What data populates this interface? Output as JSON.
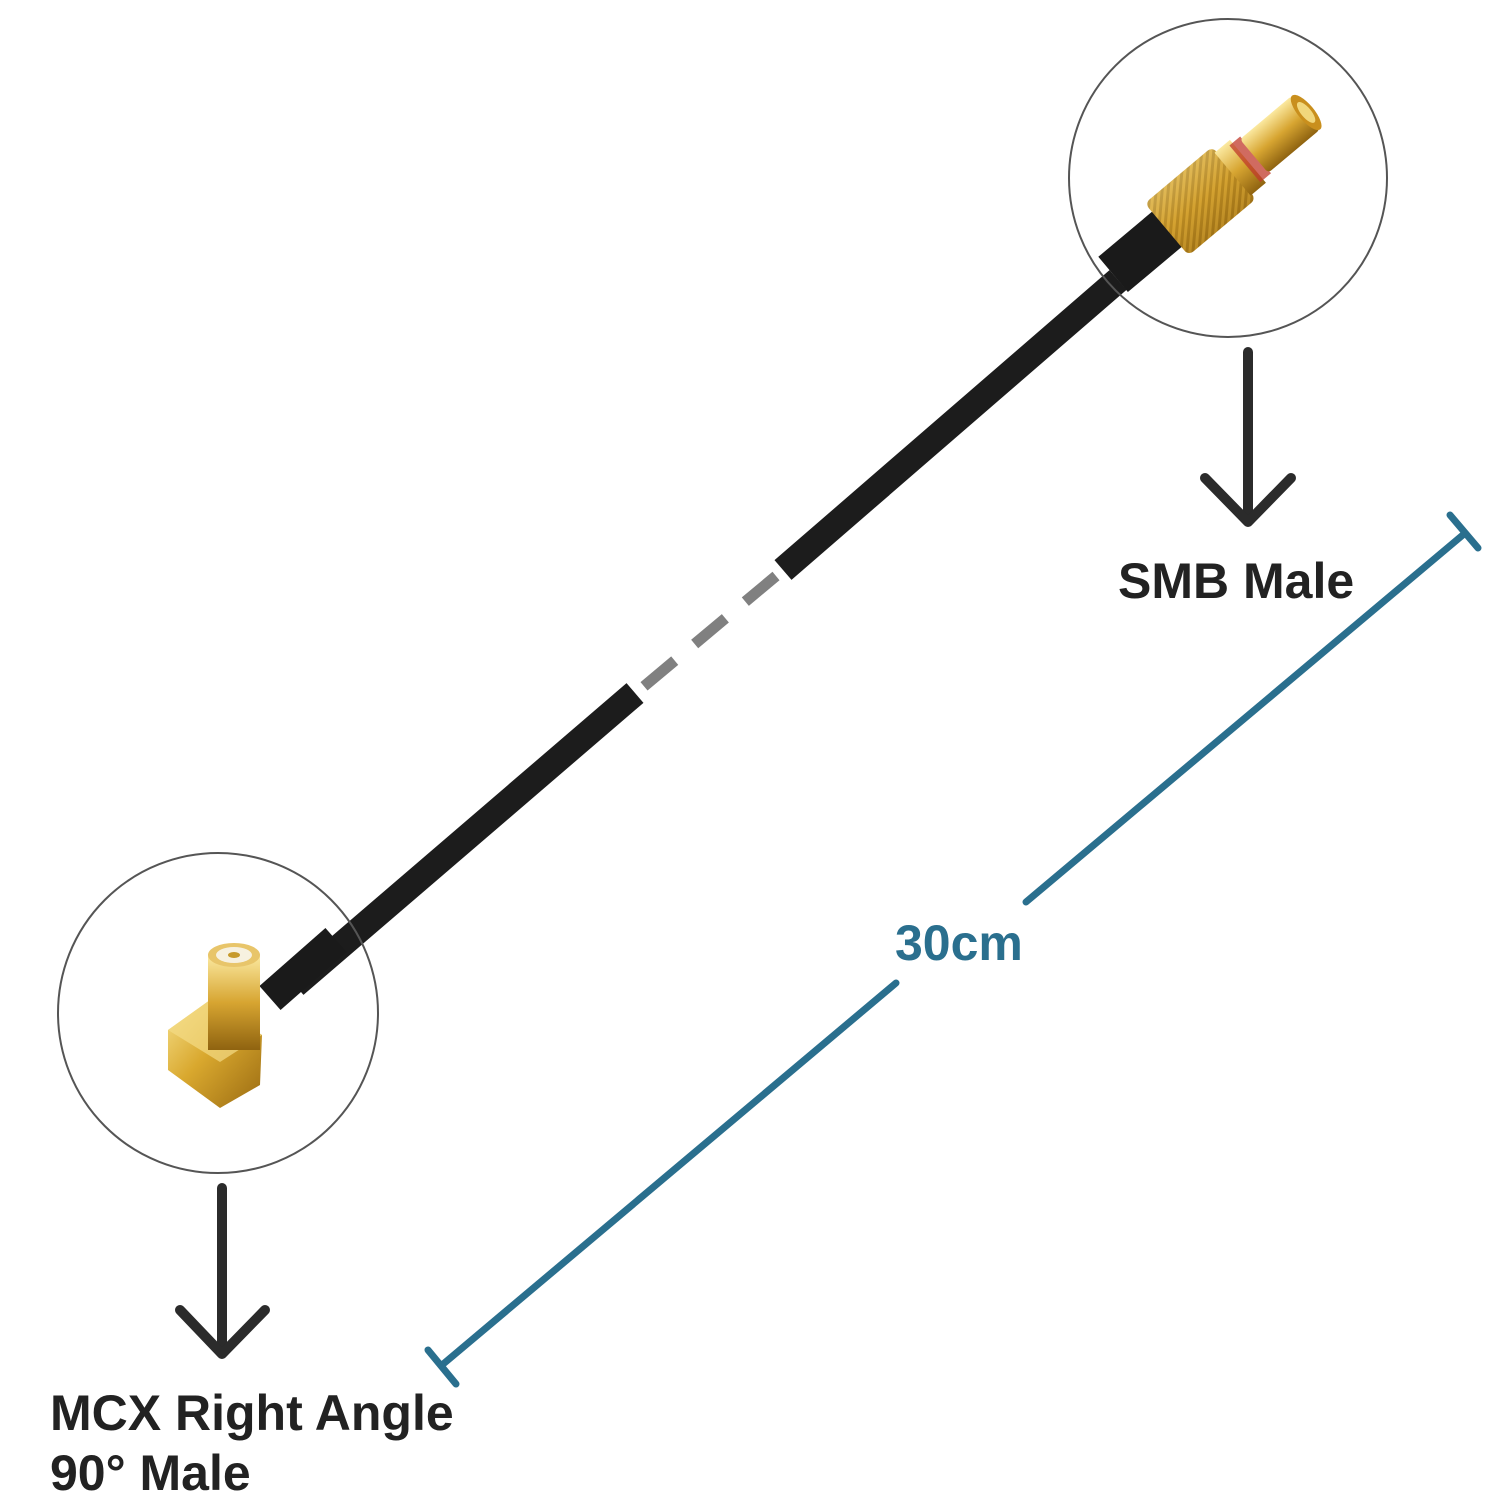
{
  "labels": {
    "top_connector": "SMB Male",
    "bottom_connector_line1": "MCX Right Angle",
    "bottom_connector_line2": "90° Male",
    "length": "30cm"
  },
  "colors": {
    "cable": "#1a1a1a",
    "cable_gap_dash": "#808080",
    "dimension_line": "#2a6f8e",
    "arrow": "#2b2b2b",
    "gold": "#d4a72c",
    "circle_outline": "#555555"
  },
  "icons": [
    "down-arrow-icon",
    "down-arrow-icon",
    "smb-male-connector-icon",
    "mcx-right-angle-connector-icon"
  ]
}
